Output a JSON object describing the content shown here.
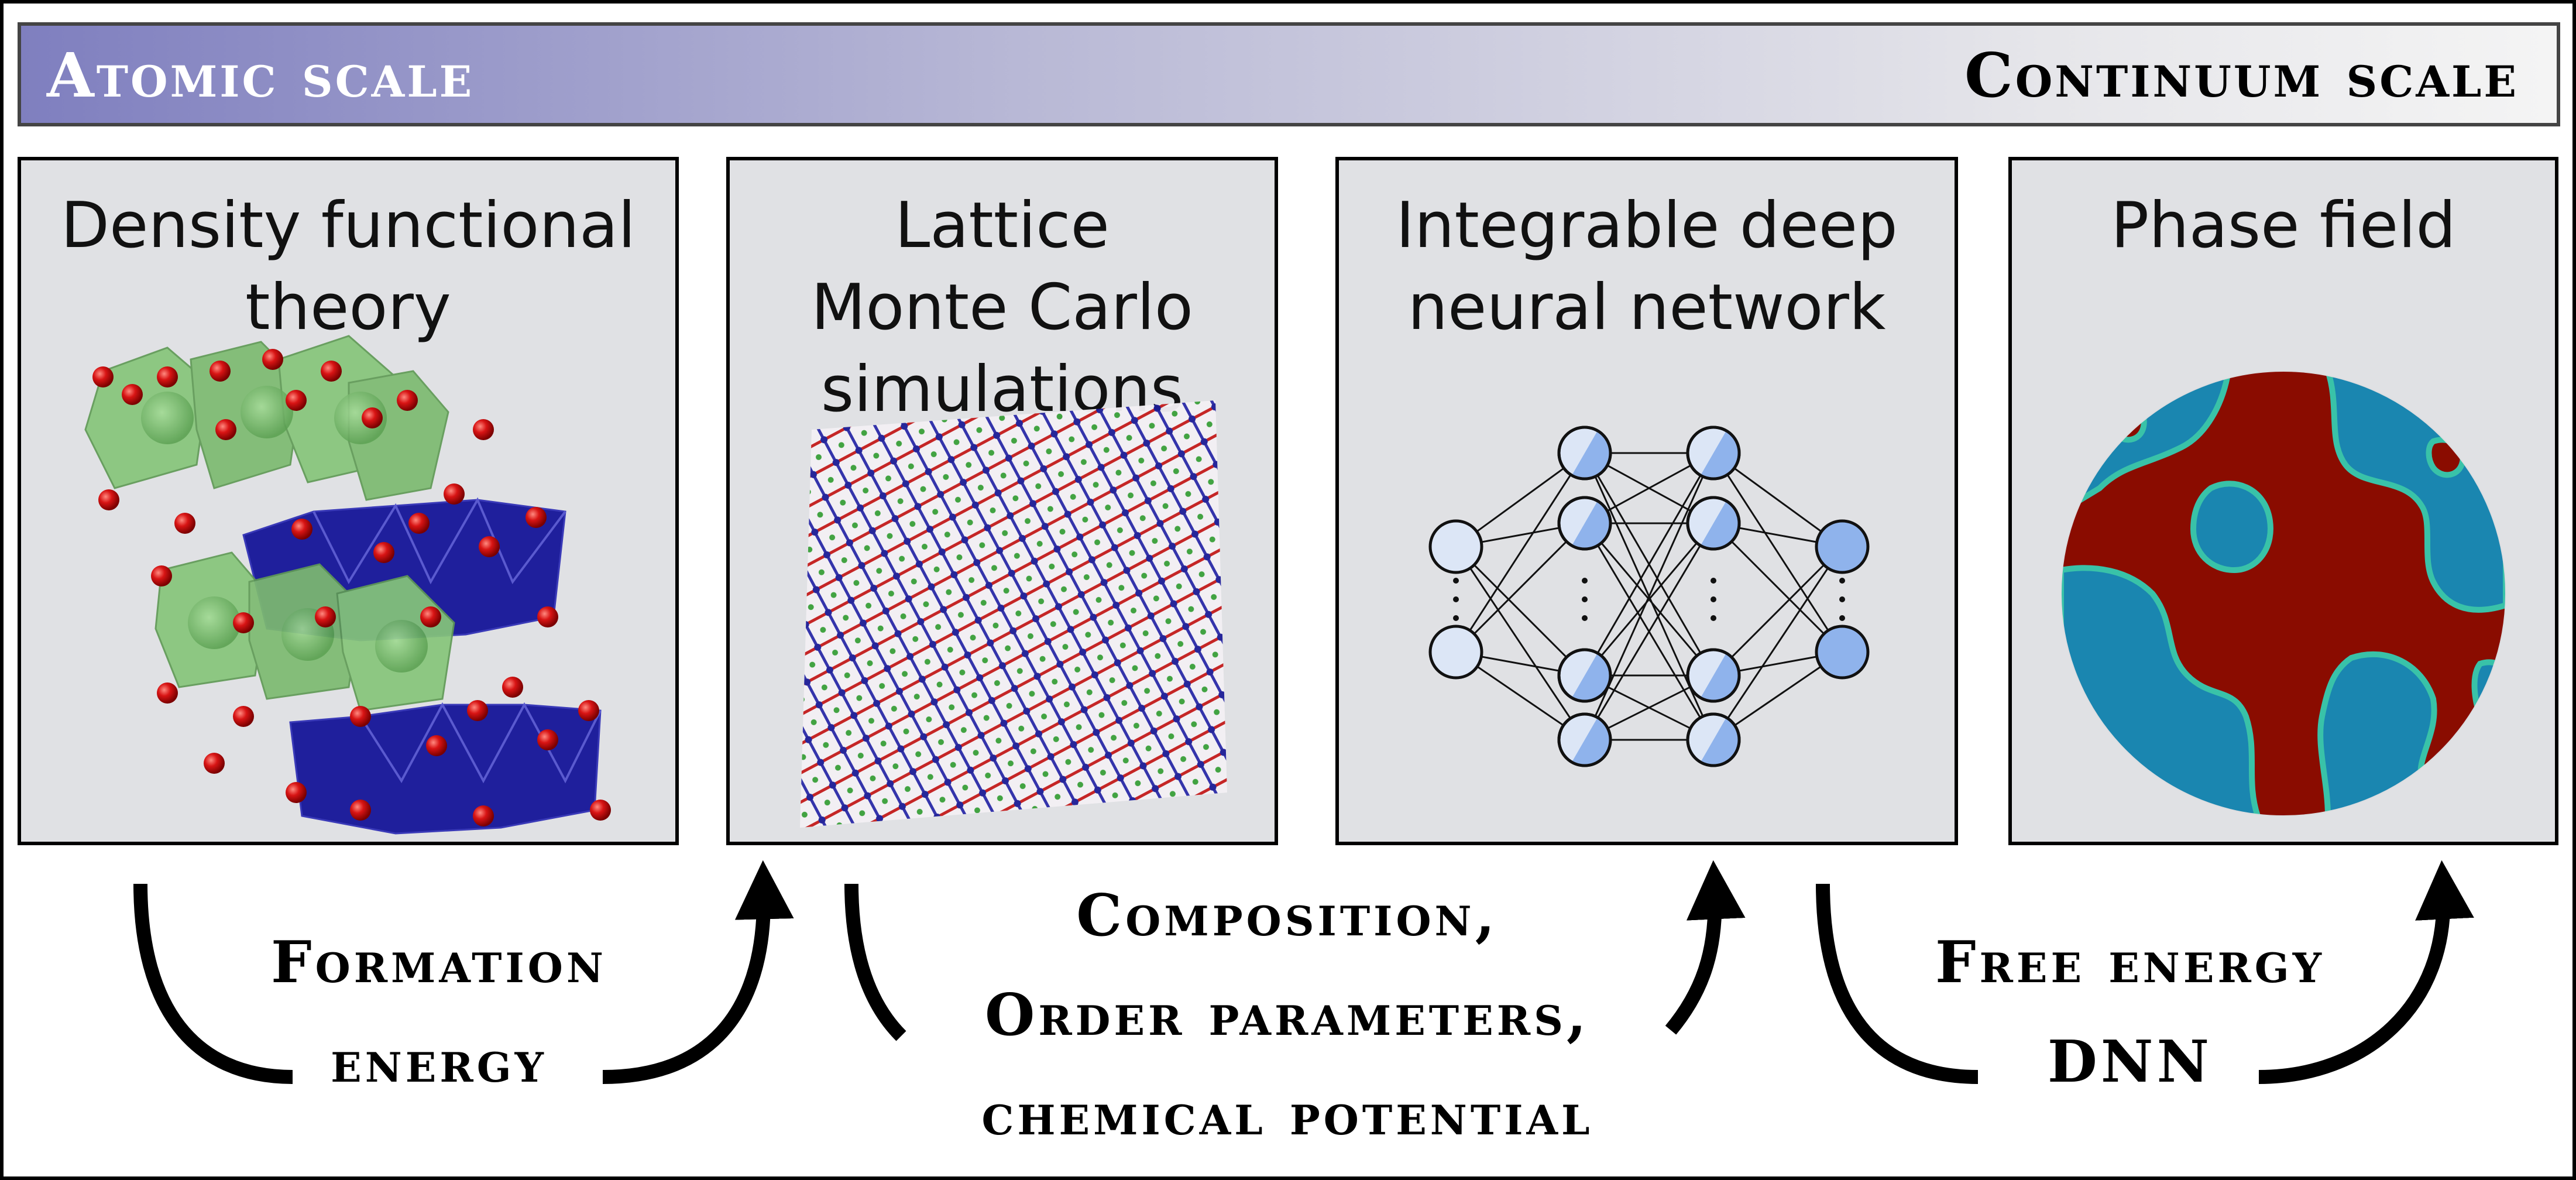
{
  "scale_bar": {
    "left_label": "Atomic scale",
    "right_label": "Continuum scale"
  },
  "panels": [
    {
      "title_lines": [
        "Density functional",
        "theory"
      ]
    },
    {
      "title_lines": [
        "Lattice",
        "Monte Carlo",
        "simulations"
      ]
    },
    {
      "title_lines": [
        "Integrable deep",
        "neural network"
      ]
    },
    {
      "title_lines": [
        "Phase field"
      ]
    }
  ],
  "transfers": [
    {
      "lines": [
        "Formation",
        "energy"
      ]
    },
    {
      "lines": [
        "Composition,",
        "Order parameters,",
        "chemical potential"
      ]
    },
    {
      "lines": [
        "Free energy",
        "DNN"
      ]
    }
  ],
  "colors": {
    "panel_background": "#e0e1e4",
    "scale_gradient_start": "#7f7fbf",
    "scale_gradient_end": "#f4f4f4",
    "octahedron_green": "#7fbf6f",
    "octahedron_blue": "#1e1e9a",
    "oxygen_red": "#d01010",
    "phase_red": "#8a0c00",
    "phase_blue": "#1a86b0",
    "node_blue": "#8fb3ec"
  }
}
